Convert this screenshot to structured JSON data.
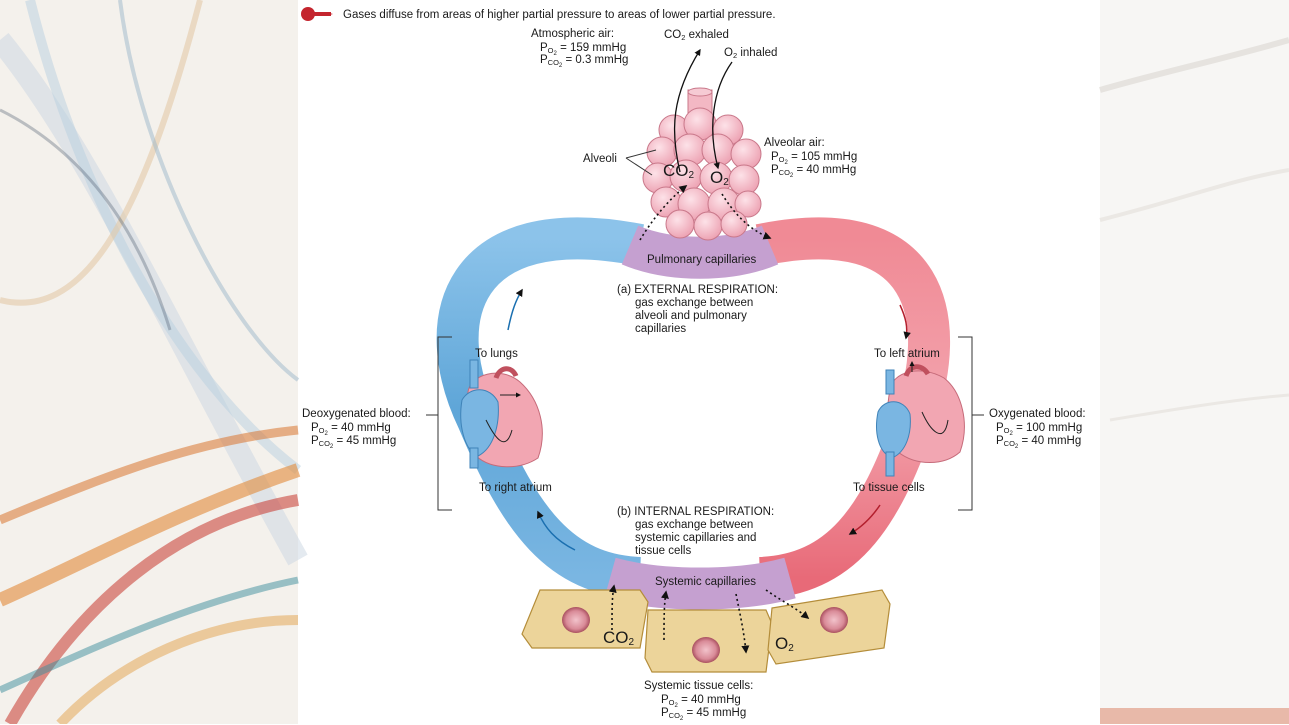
{
  "legend": {
    "text": "Gases diffuse from areas of higher partial pressure to areas of lower partial pressure."
  },
  "atmospheric": {
    "title": "Atmospheric air:",
    "po2": "= 159 mmHg",
    "pco2": "= 0.3 mmHg"
  },
  "exhale": {
    "label": "exhaled"
  },
  "inhale": {
    "label": "inhaled"
  },
  "alveoli_label": "Alveoli",
  "alveolar": {
    "title": "Alveolar air:",
    "po2": "= 105 mmHg",
    "pco2": "= 40 mmHg"
  },
  "pulmonary_label": "Pulmonary capillaries",
  "external": {
    "title": "(a) EXTERNAL RESPIRATION:",
    "line1": "gas exchange between",
    "line2": "alveoli and pulmonary",
    "line3": "capillaries"
  },
  "to_lungs": "To lungs",
  "to_left_atrium": "To left atrium",
  "deoxy": {
    "title": "Deoxygenated blood:",
    "po2": "= 40 mmHg",
    "pco2": "= 45 mmHg"
  },
  "oxy": {
    "title": "Oxygenated blood:",
    "po2": "= 100 mmHg",
    "pco2": "= 40 mmHg"
  },
  "to_right_atrium": "To right atrium",
  "to_tissue_cells": "To tissue cells",
  "internal": {
    "title": "(b) INTERNAL RESPIRATION:",
    "line1": "gas exchange between",
    "line2": "systemic capillaries and",
    "line3": "tissue cells"
  },
  "systemic_label": "Systemic capillaries",
  "tissue": {
    "title": "Systemic tissue cells:",
    "po2": "= 40 mmHg",
    "pco2": "= 45 mmHg"
  },
  "colors": {
    "deoxygenated": "#5fa6d8",
    "oxygenated": "#e86a78",
    "capillary": "#b48ac4",
    "tissue": "#ecd49a",
    "alveoli": "#f3b8c4",
    "key_arrow": "#c4252e"
  }
}
